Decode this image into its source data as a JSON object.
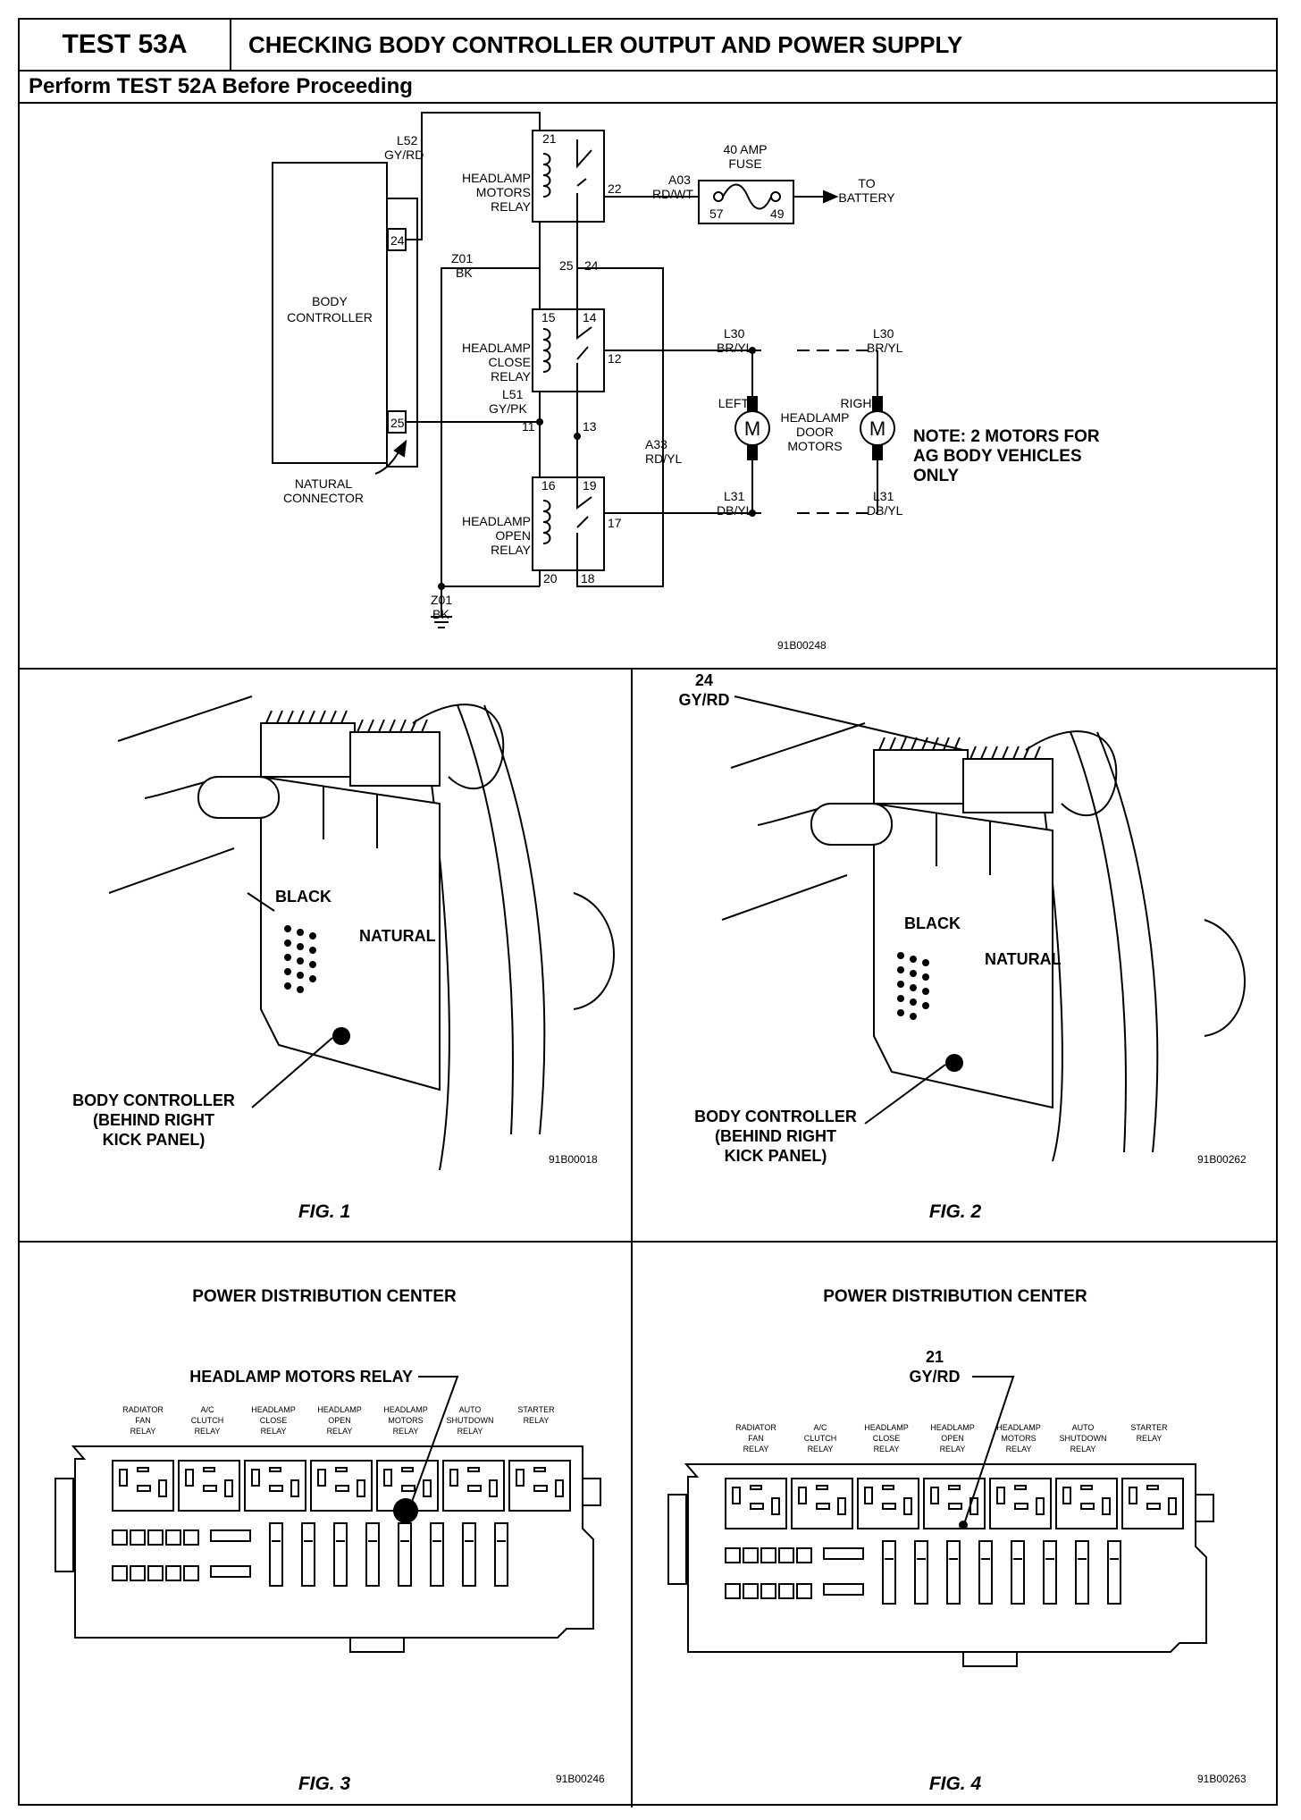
{
  "header": {
    "test_number": "TEST 53A",
    "title": "CHECKING BODY CONTROLLER OUTPUT AND POWER SUPPLY",
    "subtitle": "Perform TEST 52A Before Proceeding"
  },
  "schematic": {
    "body_controller": "BODY\nCONTROLLER",
    "natural_connector": "NATURAL\nCONNECTOR",
    "pin_24": "24",
    "pin_25": "25",
    "wire_l52": "L52",
    "wire_l52_color": "GY/RD",
    "wire_z01_top": "Z01",
    "wire_z01_top_color": "BK",
    "wire_l51": "L51",
    "wire_l51_color": "GY/PK",
    "wire_z01_bottom": "Z01",
    "wire_z01_bottom_color": "BK",
    "relay_motors": "HEADLAMP\nMOTORS\nRELAY",
    "relay_close": "HEADLAMP\nCLOSE\nRELAY",
    "relay_open": "HEADLAMP\nOPEN\nRELAY",
    "t21": "21",
    "t22": "22",
    "t24": "24",
    "t25": "25",
    "t15": "15",
    "t14": "14",
    "t12": "12",
    "t11": "11",
    "t13": "13",
    "t16": "16",
    "t19": "19",
    "t17": "17",
    "t20": "20",
    "t18": "18",
    "wire_a03": "A03",
    "wire_a03_color": "RD/WT",
    "fuse_label": "40 AMP\nFUSE",
    "fuse_pin_57": "57",
    "fuse_pin_49": "49",
    "to_battery": "TO\nBATTERY",
    "wire_a33": "A33",
    "wire_a33_color": "RD/YL",
    "wire_l30_left": "L30",
    "wire_l30_left_color": "BR/YL",
    "wire_l30_right": "L30",
    "wire_l30_right_color": "BR/YL",
    "wire_l31_left": "L31",
    "wire_l31_left_color": "DB/YL",
    "wire_l31_right": "L31",
    "wire_l31_right_color": "DB/YL",
    "left": "LEFT",
    "right": "RIGHT",
    "motor_m": "M",
    "door_motors": "HEADLAMP\nDOOR\nMOTORS",
    "note": "NOTE: 2 MOTORS FOR\nAG BODY VEHICLES\nONLY",
    "code": "91B00248"
  },
  "fig1": {
    "black": "BLACK",
    "natural": "NATURAL",
    "callout": "BODY CONTROLLER\n(BEHIND RIGHT\nKICK PANEL)",
    "code": "91B00018",
    "caption": "FIG. 1"
  },
  "fig2": {
    "pin": "24\nGY/RD",
    "black": "BLACK",
    "natural": "NATURAL",
    "callout": "BODY CONTROLLER\n(BEHIND RIGHT\nKICK PANEL)",
    "code": "91B00262",
    "caption": "FIG. 2"
  },
  "fig3": {
    "title": "POWER DISTRIBUTION CENTER",
    "callout": "HEADLAMP MOTORS RELAY",
    "relays": [
      "RADIATOR\nFAN\nRELAY",
      "A/C\nCLUTCH\nRELAY",
      "HEADLAMP\nCLOSE\nRELAY",
      "HEADLAMP\nOPEN\nRELAY",
      "HEADLAMP\nMOTORS\nRELAY",
      "AUTO\nSHUTDOWN\nRELAY",
      "STARTER\nRELAY"
    ],
    "code": "91B00246",
    "caption": "FIG. 3"
  },
  "fig4": {
    "title": "POWER DISTRIBUTION CENTER",
    "callout": "21\nGY/RD",
    "relays": [
      "RADIATOR\nFAN\nRELAY",
      "A/C\nCLUTCH\nRELAY",
      "HEADLAMP\nCLOSE\nRELAY",
      "HEADLAMP\nOPEN\nRELAY",
      "HEADLAMP\nMOTORS\nRELAY",
      "AUTO\nSHUTDOWN\nRELAY",
      "STARTER\nRELAY"
    ],
    "code": "91B00263",
    "caption": "FIG. 4"
  }
}
